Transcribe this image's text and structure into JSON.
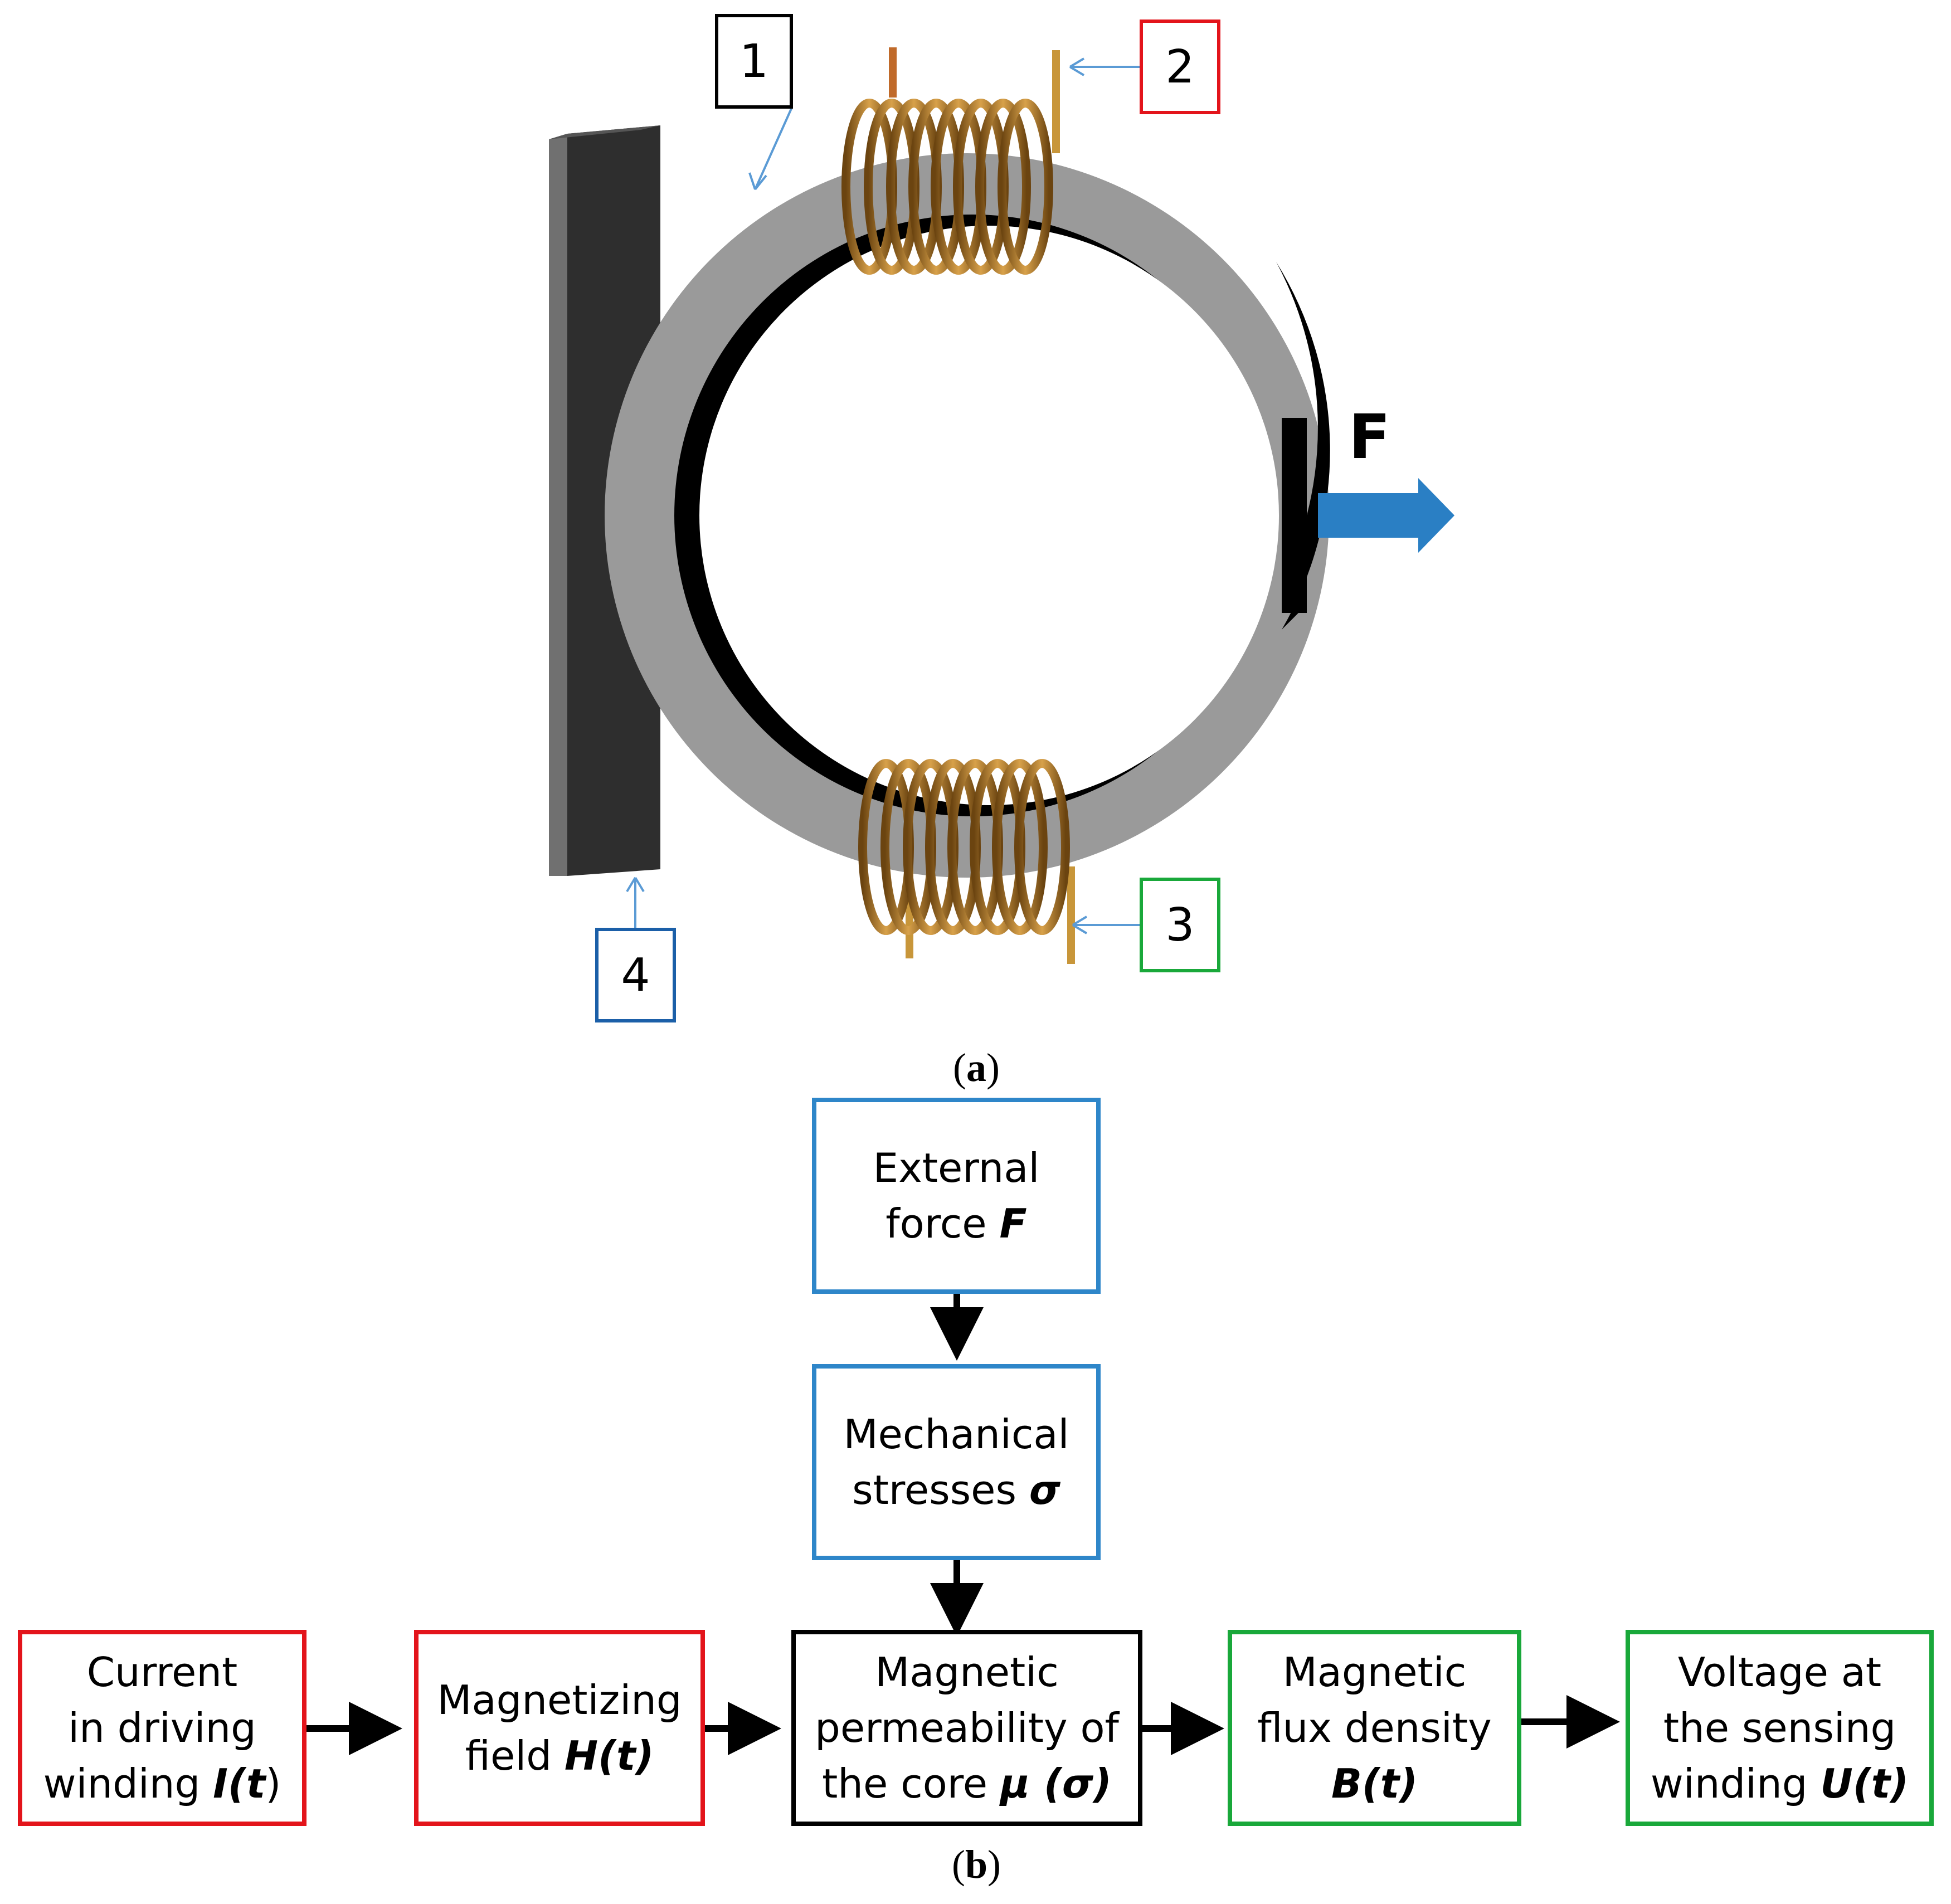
{
  "diagram_a": {
    "callouts": [
      {
        "num": "1",
        "color": "#000000"
      },
      {
        "num": "2",
        "color": "#e3141b"
      },
      {
        "num": "3",
        "color": "#19a83a"
      },
      {
        "num": "4",
        "color": "#1b5fa8"
      }
    ],
    "force_label": "F",
    "caption": {
      "open": "(",
      "letter": "a",
      "close": ")"
    }
  },
  "diagram_b": {
    "external_force": {
      "line1": "External",
      "line2_text": "force ",
      "line2_symbol": "F",
      "border": "#2e86c9"
    },
    "mechanical_stresses": {
      "line1": "Mechanical",
      "line2_text": "stresses ",
      "line2_symbol": "σ",
      "border": "#2e86c9"
    },
    "current": {
      "line1": "Current",
      "line2": "in driving",
      "line3_text": "winding ",
      "line3_symbol_a": "I(",
      "line3_symbol_t": "t",
      "line3_close": ")",
      "border": "#e3141b"
    },
    "magnetizing": {
      "line1": "Magnetizing",
      "line2_text": "field ",
      "line2_symbol": "H(t)",
      "border": "#e3141b"
    },
    "permeability": {
      "line1": "Magnetic",
      "line2": "permeability of",
      "line3_text": "the core ",
      "line3_symbol": "μ (σ)",
      "border": "#000000"
    },
    "flux": {
      "line1": "Magnetic",
      "line2": "flux density",
      "line3_symbol": "B(t)",
      "border": "#19a83a"
    },
    "voltage": {
      "line1": "Voltage at",
      "line2": "the sensing",
      "line3_text": "winding ",
      "line3_symbol": "U(t)",
      "border": "#19a83a"
    },
    "caption": {
      "open": "(",
      "letter": "b",
      "close": ")"
    }
  },
  "colors": {
    "core_gray": "#9a9a9a",
    "core_shadow": "#000000",
    "plate": "#2e2e2e",
    "copper": "#a8741e",
    "force_arrow": "#2a7fc4",
    "leader": "#5b9bd5"
  }
}
